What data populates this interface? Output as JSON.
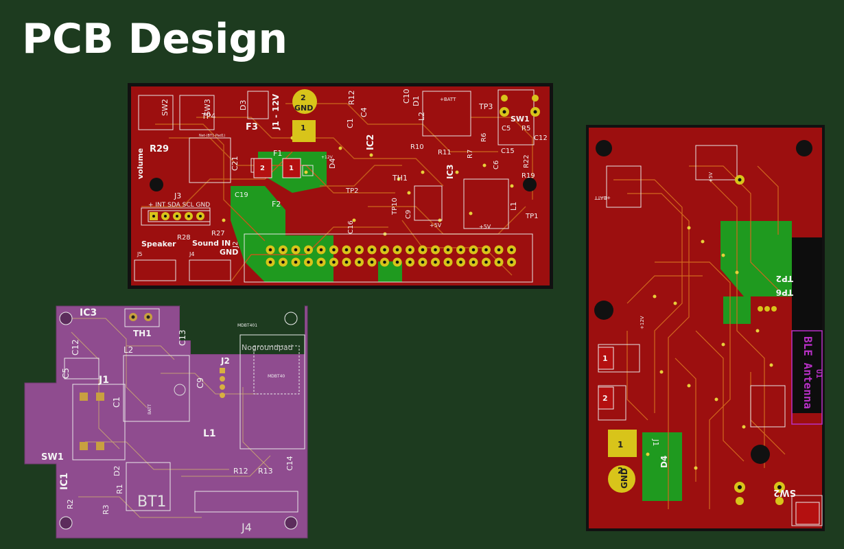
{
  "page": {
    "title": "PCB Design"
  },
  "colors": {
    "background": "#1d3b1f",
    "copper_top": "#9c0f0f",
    "copper_pour_green": "#1f9a1f",
    "silkscreen": "#f1f1f1",
    "pad_gold": "#d8c41a",
    "board_outline": "#111111",
    "purple_board": "#8f4c8f",
    "antenna_magenta": "#b830c6"
  },
  "board_top": {
    "labels": {
      "sw2": "SW2",
      "sw3": "SW3",
      "d3": "D3",
      "j1_12v": "J1 - 12V",
      "r12": "R12",
      "c10": "C10",
      "d1": "D1",
      "tp3": "TP3",
      "batt": "+BATT",
      "tp4": "TP4",
      "f3": "F3",
      "c1": "C1",
      "c4": "C4",
      "ic2": "IC2",
      "l2": "L2",
      "sw1": "SW1",
      "c5": "C5",
      "r5": "R5",
      "r6": "R6",
      "c12": "C12",
      "r29": "R29",
      "volume": "volume",
      "c21": "C21",
      "f1": "F1",
      "d4": "D4",
      "r10": "R10",
      "r11": "R11",
      "ic3": "IC3",
      "r7": "R7",
      "c15": "C15",
      "c6": "C6",
      "r22": "R22",
      "r19": "R19",
      "th1": "TH1",
      "tp2": "TP2",
      "tp10": "TP10",
      "c9": "C9",
      "l1": "L1",
      "tp1": "TP1",
      "j3": "J3",
      "j3_pins": "+ INT SDA SCL GND",
      "c19": "C19",
      "f2": "F2",
      "c16": "C16",
      "speaker": "Speaker",
      "r28": "R28",
      "r27": "R27",
      "sound_in": "Sound IN",
      "j5": "J5",
      "j4": "J4",
      "gnd_label": "GND",
      "j2": "J2",
      "pad2": "2",
      "pad1": "1",
      "gnd_pad": "GND",
      "plus5v": "+5V",
      "plus12v": "+12V",
      "net_bt1": "Net-(BT1-Pad1)",
      "net_one": "1"
    }
  },
  "board_purple": {
    "labels": {
      "ic3": "IC3",
      "th1": "TH1",
      "c13": "C13",
      "c12": "C12",
      "l2": "L2",
      "c5": "C5",
      "j1": "J1",
      "c1": "C1",
      "c9": "C9",
      "j2": "J2",
      "mdbt401": "MDBT401",
      "nogroundpad": "Nogroundpad",
      "mdbt40": "MDBT40",
      "sw1": "SW1",
      "l1": "L1",
      "ic1": "IC1",
      "d2": "D2",
      "r1": "R1",
      "r2": "R2",
      "r3": "R3",
      "bt1": "BT1",
      "r12": "R12",
      "r13": "R13",
      "c14": "C14",
      "j4": "J4",
      "batt": "BATT"
    }
  },
  "board_right": {
    "labels": {
      "tp2": "TP2",
      "tp6": "TP6",
      "ble_antenna": "BLE Antenna",
      "u1": "U1",
      "sw2": "SW2",
      "batt": "+BATT",
      "gnd_pad": "GND",
      "pad1": "1",
      "pad2": "2",
      "j1": "J1",
      "d4": "D4",
      "plus12v": "+12V",
      "plus5v": "+5V"
    }
  }
}
